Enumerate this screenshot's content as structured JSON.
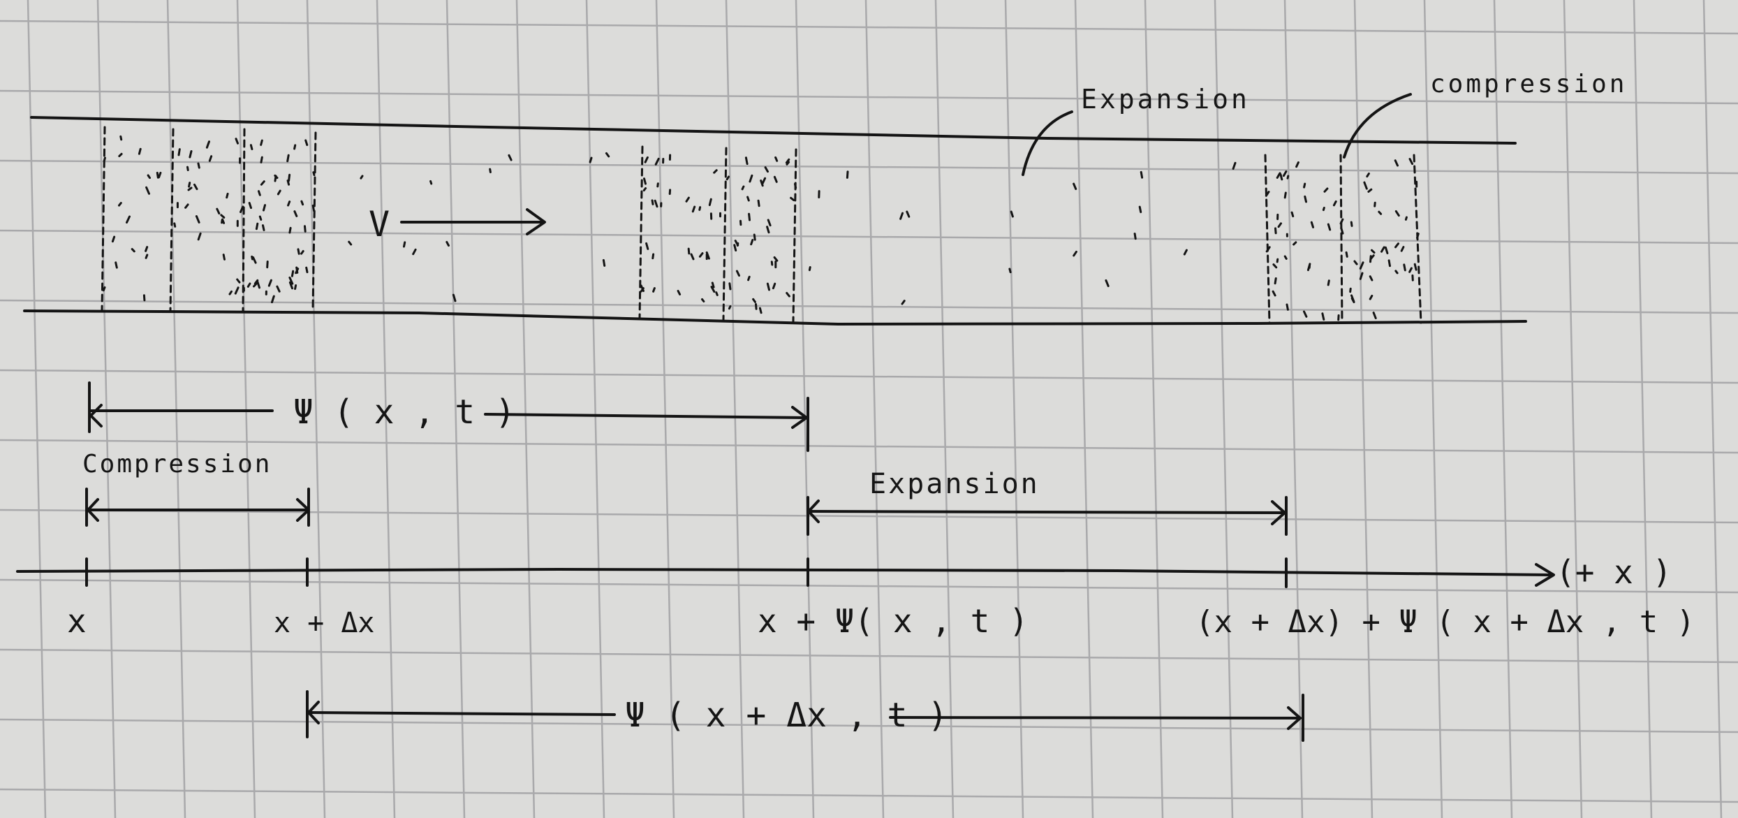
{
  "labels": {
    "velocity": "V",
    "expansion_top": "Expansion",
    "compression_top": "compression",
    "psi_x_t": "Ψ ( x , t )",
    "compression_mid": "Compression",
    "expansion_mid": "Expansion",
    "axis_direction": "(+ x )",
    "tick_x": "x",
    "tick_x_dx": "x + Δx",
    "tick_x_psi": "x + Ψ( x , t )",
    "tick_x_dx_psi": "(x + Δx)  +  Ψ ( x + Δx , t )",
    "psi_x_dx_t": "Ψ ( x + Δx , t )"
  },
  "colors": {
    "paper": "#dcdcda",
    "grid": "#a9a9ab",
    "ink": "#141414"
  }
}
